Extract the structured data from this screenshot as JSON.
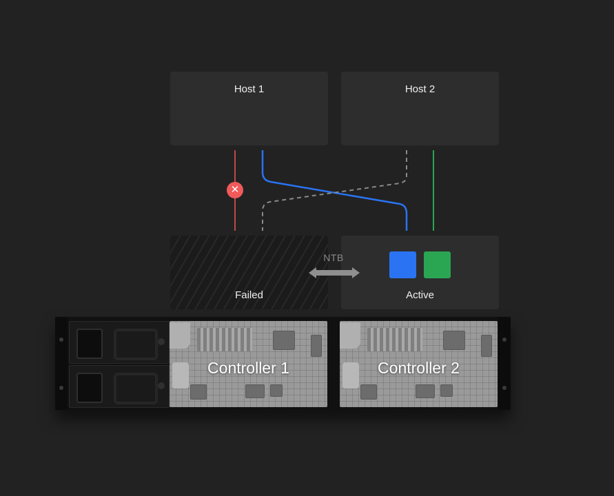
{
  "hosts": {
    "host1": {
      "label": "Host 1"
    },
    "host2": {
      "label": "Host 2"
    }
  },
  "controllers": {
    "failed": {
      "label": "Failed"
    },
    "active": {
      "label": "Active"
    }
  },
  "interconnect": {
    "label": "NTB"
  },
  "chassis": {
    "module1": {
      "label": "Controller 1"
    },
    "module2": {
      "label": "Controller 2"
    }
  },
  "fail_marker": {
    "glyph": "✕"
  },
  "colors": {
    "background": "#222222",
    "box": "#2d2d2d",
    "failed_path": "#c0484a",
    "active_path_blue": "#2a73f2",
    "active_path_green": "#2aa653",
    "standby_path": "#8a8a8a",
    "fail_marker": "#f05a5a"
  }
}
